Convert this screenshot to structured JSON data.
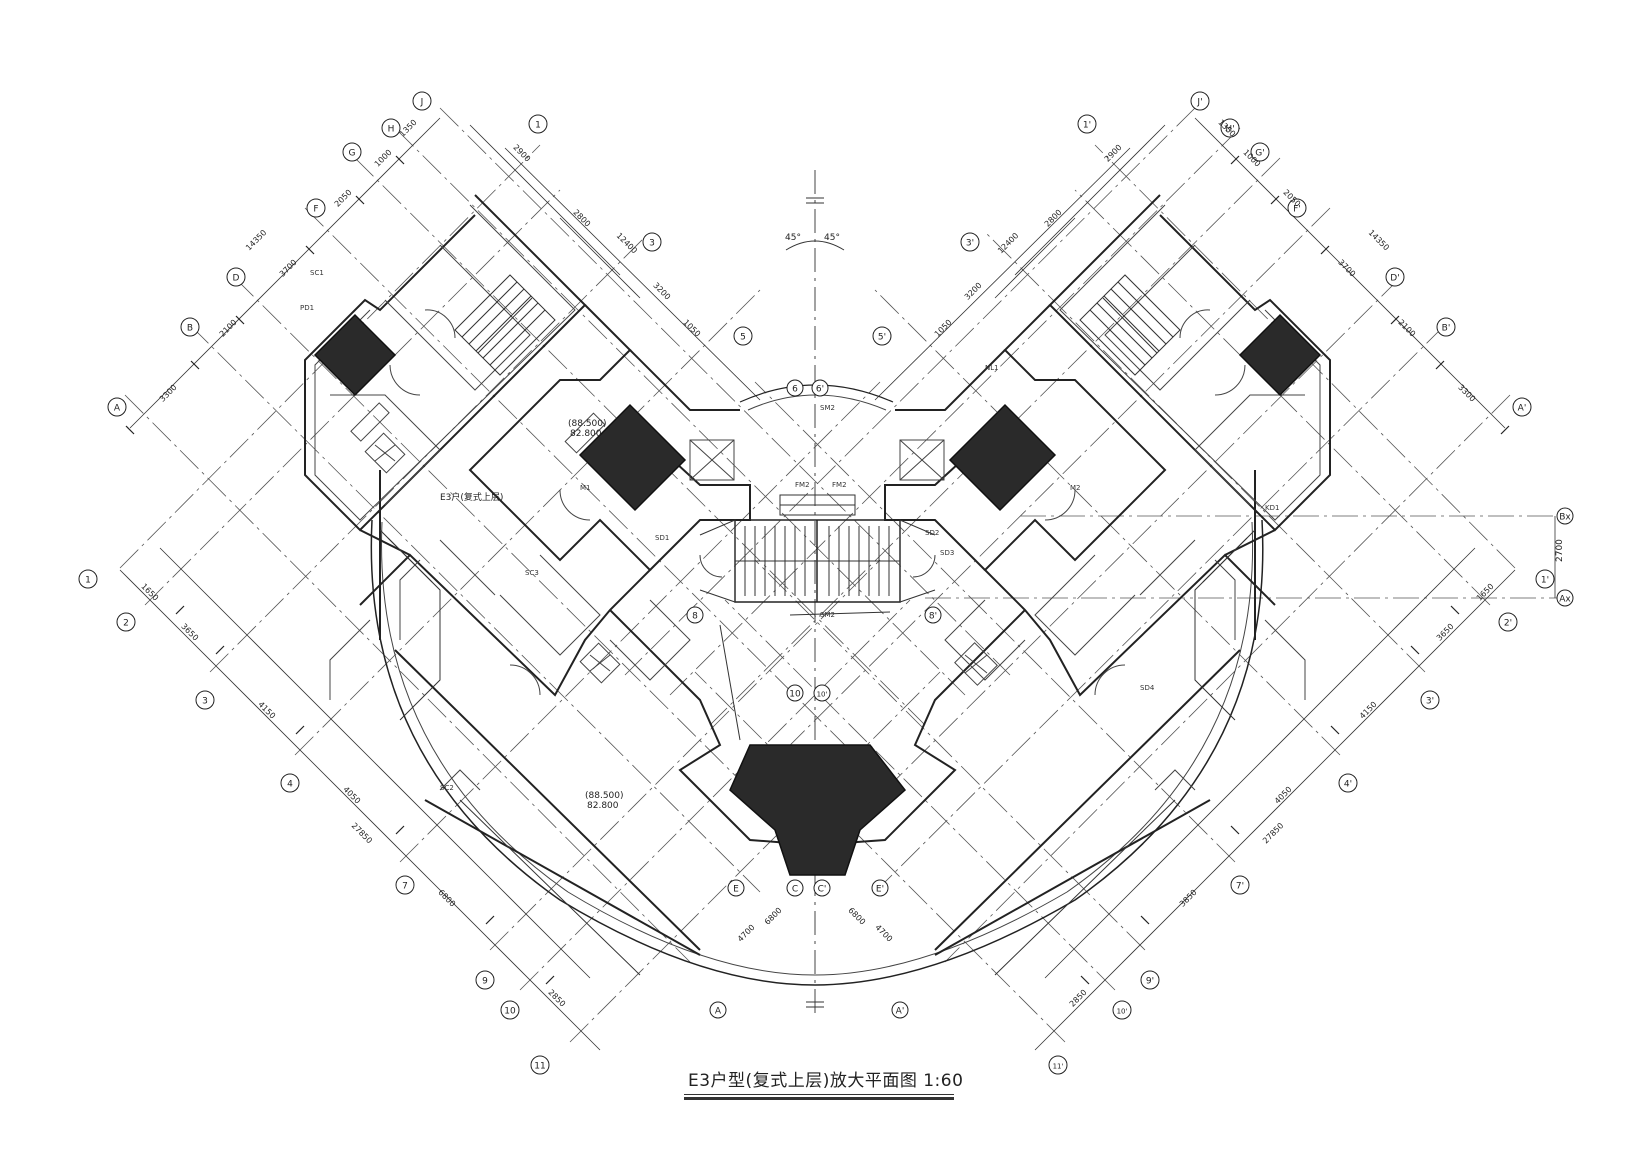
{
  "drawing_title": "E3户型(复式上层)放大平面图  1:60",
  "angle_labels": [
    "45°",
    "45°"
  ],
  "grid_left": [
    "J",
    "H",
    "G",
    "F",
    "D",
    "B",
    "A",
    "1",
    "2",
    "3",
    "4",
    "7",
    "9",
    "10",
    "11"
  ],
  "grid_left_top": [
    "1",
    "3",
    "5"
  ],
  "grid_right": [
    "J'",
    "H'",
    "G'",
    "F'",
    "D'",
    "B'",
    "A'",
    "1'",
    "2'",
    "3'",
    "4'",
    "7'",
    "9'",
    "10'",
    "11'"
  ],
  "grid_right_top": [
    "1'",
    "3'",
    "5'"
  ],
  "grid_center": [
    "6",
    "6'",
    "8",
    "8'",
    "10",
    "10'",
    "E",
    "E'",
    "C",
    "C'",
    "A",
    "A'",
    "Bx",
    "Ax"
  ],
  "dims_left": [
    "1350",
    "1000",
    "2050",
    "14350",
    "3700",
    "2100",
    "3300",
    "1650",
    "3650",
    "4150",
    "4050",
    "27850",
    "6800",
    "2850",
    "2900",
    "2800",
    "12400",
    "3200",
    "1050"
  ],
  "dims_right": [
    "1350",
    "1000",
    "2050",
    "14350",
    "3700",
    "2100",
    "3300",
    "1650",
    "3650",
    "4150",
    "4050",
    "27850",
    "3850",
    "2850",
    "2900",
    "2800",
    "12400",
    "3200",
    "1050"
  ],
  "dims_bottom": [
    "4700",
    "6800",
    "6800",
    "4700"
  ],
  "dim_right_side": "2700",
  "elev_labels": [
    "(88.500)",
    "82.800",
    "(88.500)",
    "82.800"
  ],
  "unit_label": "E3户(复式上层)",
  "room_codes": [
    "SC1",
    "SC2",
    "SC3",
    "SD1",
    "SD2",
    "SD3",
    "SM2",
    "FM2",
    "FM2",
    "PD1",
    "M1",
    "M2",
    "KD1",
    "NL1",
    "SM2",
    "SD4"
  ]
}
